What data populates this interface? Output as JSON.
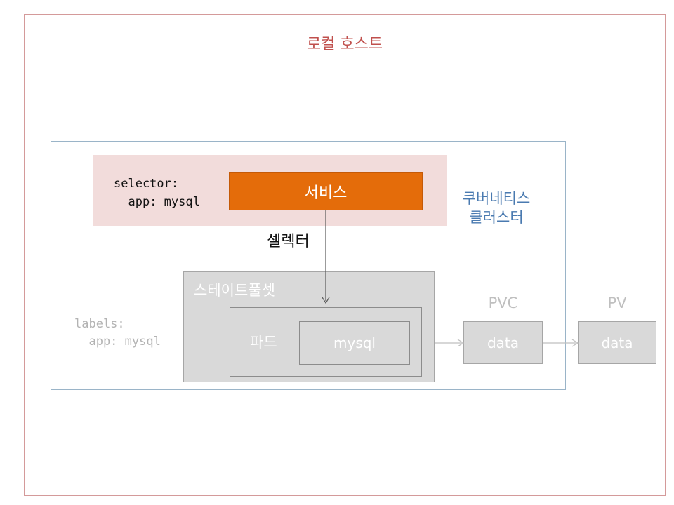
{
  "local_host": {
    "title": "로컬 호스트"
  },
  "cluster": {
    "title_line1": "쿠버네티스",
    "title_line2": "클러스터"
  },
  "service": {
    "label": "서비스",
    "selector_line1": "selector:",
    "selector_line2": "  app: mysql"
  },
  "selector_edge_label": "셀렉터",
  "statefulset": {
    "label": "스테이트풀셋"
  },
  "pod": {
    "label": "파드",
    "container": "mysql"
  },
  "labels": {
    "line1": "labels:",
    "line2": "  app: mysql"
  },
  "pvc": {
    "label": "PVC",
    "box": "data"
  },
  "pv": {
    "label": "PV",
    "box": "data"
  },
  "colors": {
    "local_host_border": "#d49a9a",
    "local_host_title": "#c0504d",
    "cluster_border": "#9ab4c8",
    "cluster_title": "#4a7ab0",
    "service_band": "#f2dcdb",
    "service_box": "#e46c0a",
    "statefulset_fill": "#d9d9d9",
    "pvc_fill": "#d9d9d9",
    "pv_fill": "#d9d9d9",
    "arrow_main": "#595959",
    "arrow_light": "#bfbfbf"
  }
}
